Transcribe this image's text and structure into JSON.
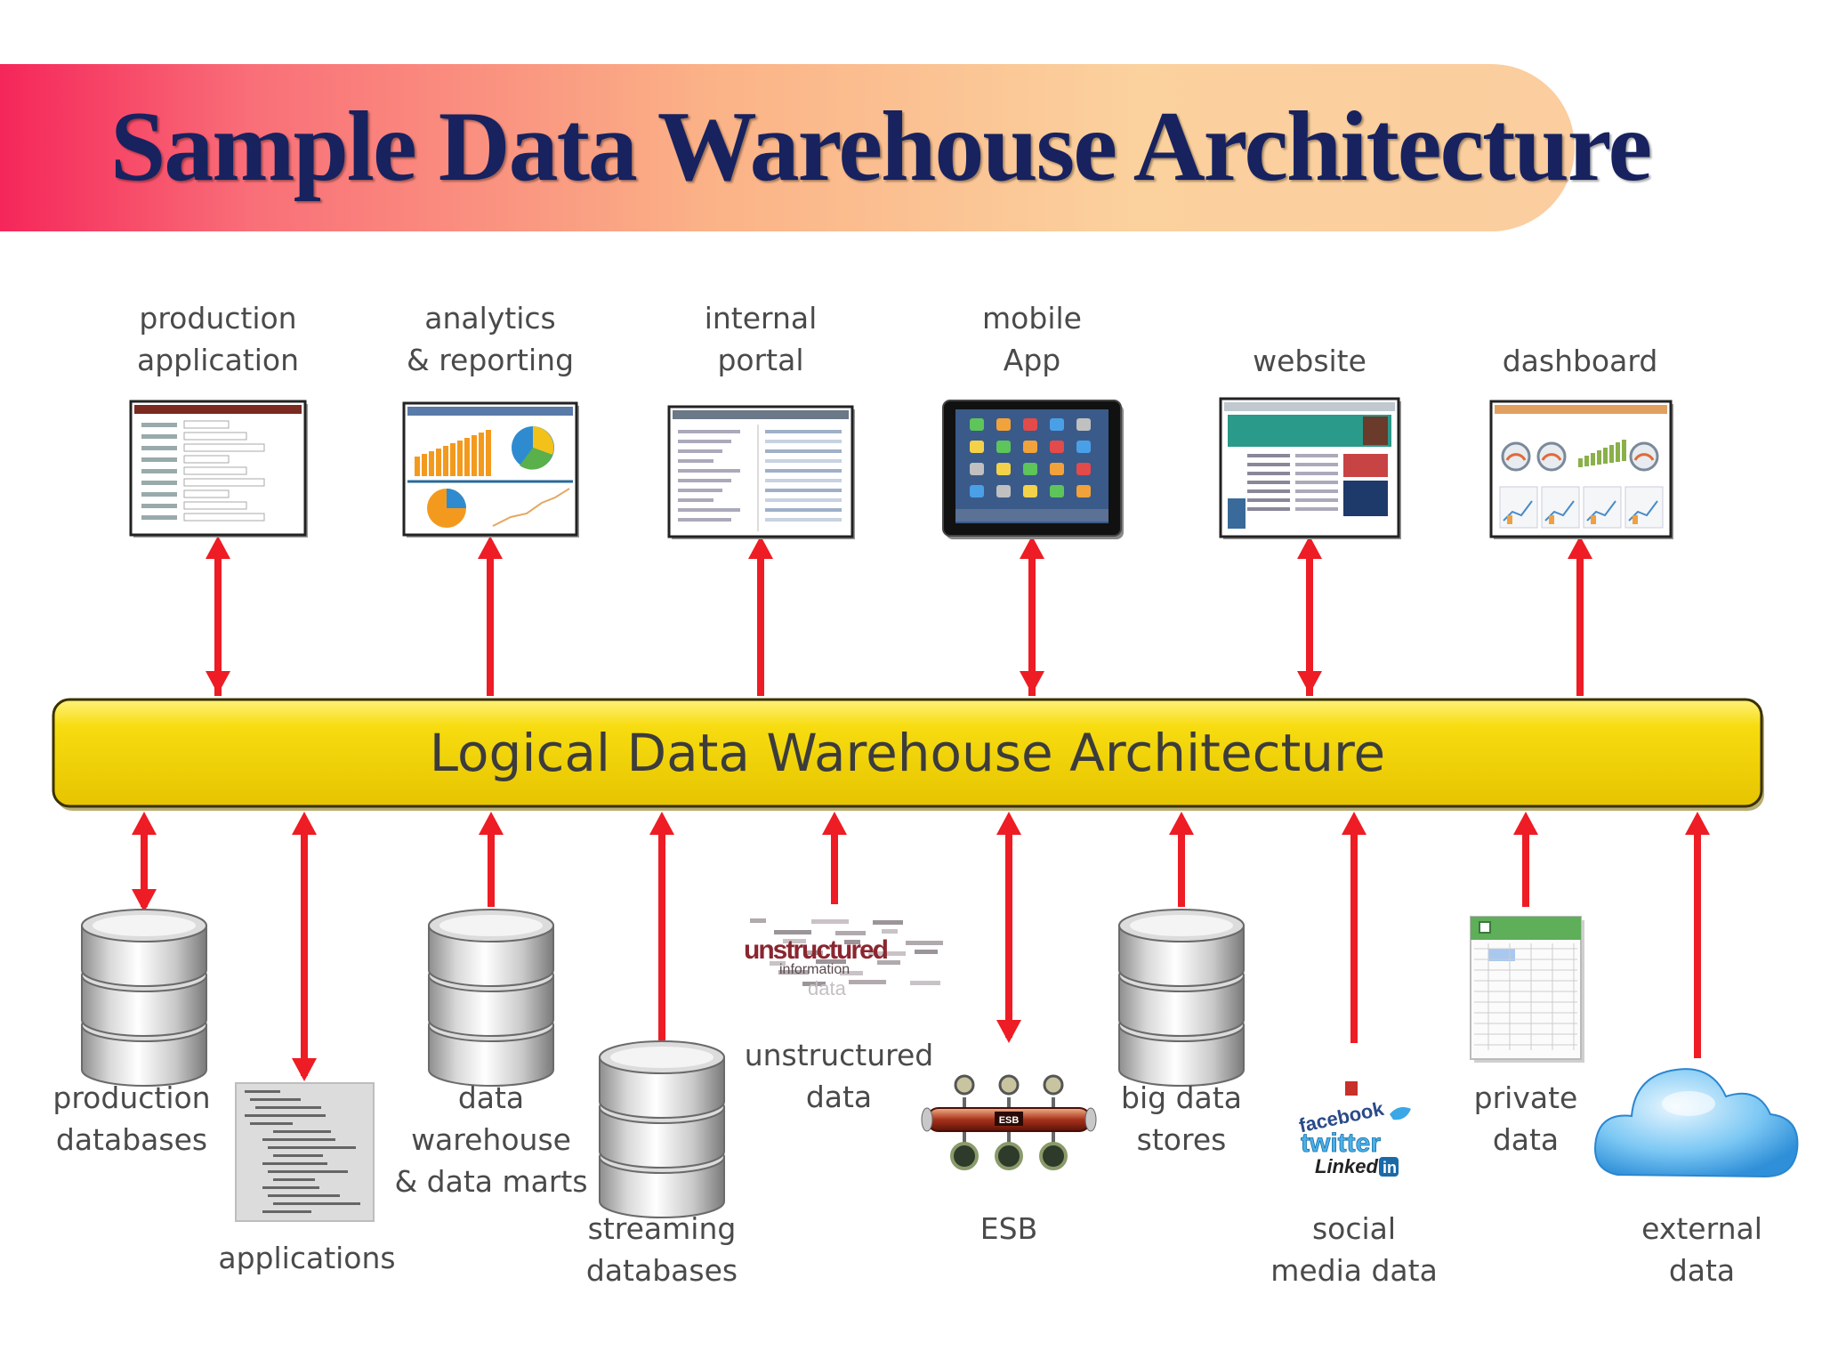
{
  "title": "Sample Data Warehouse Architecture",
  "hub": {
    "label": "Logical Data Warehouse Architecture",
    "color": "#f4d20a"
  },
  "arrow_color": "#ee1c24",
  "top_nodes": [
    {
      "id": "production-application",
      "lines": [
        "production",
        "application"
      ],
      "icon": "form-screen-icon",
      "arrow": "both"
    },
    {
      "id": "analytics-reporting",
      "lines": [
        "analytics",
        "& reporting"
      ],
      "icon": "charts-screen-icon",
      "arrow": "up"
    },
    {
      "id": "internal-portal",
      "lines": [
        "internal",
        "portal"
      ],
      "icon": "portal-screen-icon",
      "arrow": "up"
    },
    {
      "id": "mobile-app",
      "lines": [
        "mobile",
        "App"
      ],
      "icon": "tablet-icon",
      "arrow": "both"
    },
    {
      "id": "website",
      "lines": [
        "website"
      ],
      "icon": "website-screen-icon",
      "arrow": "both"
    },
    {
      "id": "dashboard",
      "lines": [
        "dashboard"
      ],
      "icon": "dashboard-screen-icon",
      "arrow": "up"
    }
  ],
  "bottom_nodes": [
    {
      "id": "production-databases",
      "lines": [
        "production",
        "databases"
      ],
      "icon": "database-icon",
      "arrow": "both"
    },
    {
      "id": "applications",
      "lines": [
        "applications"
      ],
      "icon": "code-document-icon",
      "arrow": "both"
    },
    {
      "id": "data-warehouse",
      "lines": [
        "data",
        "warehouse",
        "& data marts"
      ],
      "icon": "database-icon",
      "arrow": "up"
    },
    {
      "id": "streaming-databases",
      "lines": [
        "streaming",
        "databases"
      ],
      "icon": "database-icon",
      "arrow": "up"
    },
    {
      "id": "unstructured-data",
      "lines": [
        "unstructured",
        "data"
      ],
      "icon": "word-cloud-icon",
      "arrow": "up"
    },
    {
      "id": "esb",
      "lines": [
        "ESB"
      ],
      "icon": "esb-bus-icon",
      "arrow": "both"
    },
    {
      "id": "big-data-stores",
      "lines": [
        "big data",
        "stores"
      ],
      "icon": "database-icon",
      "arrow": "up"
    },
    {
      "id": "social-media-data",
      "lines": [
        "social",
        "media data"
      ],
      "icon": "social-logos-icon",
      "arrow": "up"
    },
    {
      "id": "private-data",
      "lines": [
        "private",
        "data"
      ],
      "icon": "spreadsheet-icon",
      "arrow": "up"
    },
    {
      "id": "external-data",
      "lines": [
        "external",
        "data"
      ],
      "icon": "cloud-icon",
      "arrow": "up"
    }
  ],
  "icon_text": {
    "unstructured_big": "unstructured",
    "unstructured_small": "information",
    "unstructured_data": "data",
    "esb": "ESB",
    "facebook": "facebook",
    "twitter": "twitter",
    "linkedin": "Linked",
    "linkedin_in": "in"
  }
}
